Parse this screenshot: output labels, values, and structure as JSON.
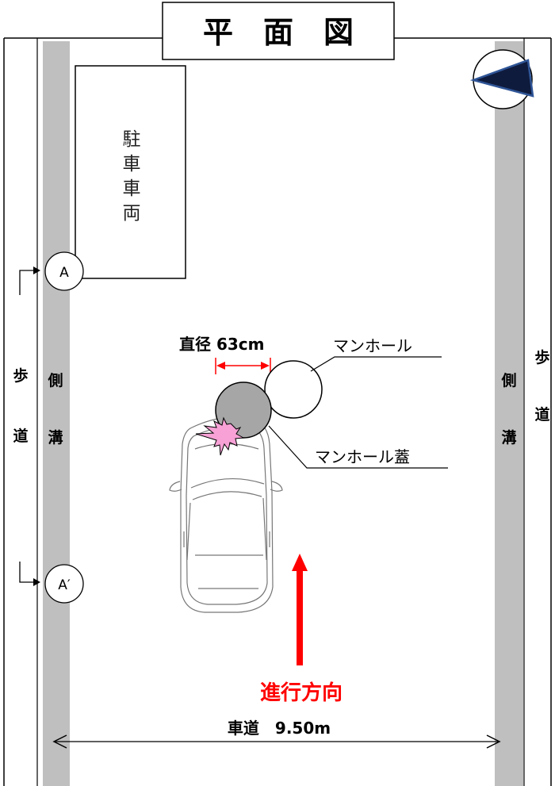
{
  "title": "平　面　図",
  "left_sidewalk_label": [
    "歩",
    "道"
  ],
  "left_gutter_label": [
    "側",
    "溝"
  ],
  "right_sidewalk_label": [
    "歩",
    "道"
  ],
  "right_gutter_label": [
    "側",
    "溝"
  ],
  "parked_car_label": [
    "駐",
    "車",
    "車",
    "両"
  ],
  "marker_a": "A",
  "marker_a_prime": "A′",
  "diameter_label": "直径 63cm",
  "manhole_label": "マンホール",
  "manhole_cover_label": "マンホール蓋",
  "direction_label": "進行方向",
  "road_width_label": "車道　9.50m",
  "colors": {
    "gutter": "#bfbfbf",
    "cover": "#a6a6a6",
    "impact": "#f7a1d6",
    "arrow": "#ff0000",
    "compass": "#0f1b3d",
    "compass_edge": "#2f5597"
  }
}
